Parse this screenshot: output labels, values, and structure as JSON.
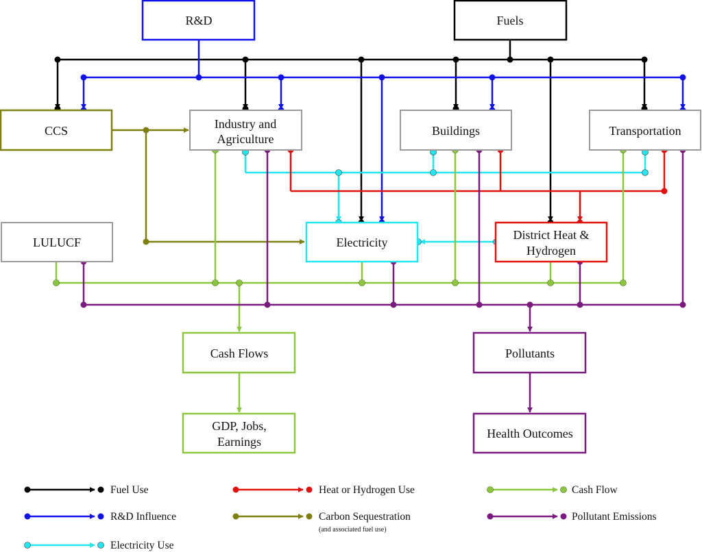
{
  "colors": {
    "fuel": "#000000",
    "rnd": "#1010e8",
    "electricity": "#22e6ee",
    "heat": "#e01010",
    "carbon": "#7f7f10",
    "cash": "#8cc63f",
    "pollutant": "#7b1a7e",
    "neutral_border": "#9a9a9a"
  },
  "nodes": {
    "rnd": {
      "label": "R&D"
    },
    "fuels": {
      "label": "Fuels"
    },
    "ccs": {
      "label": "CCS"
    },
    "industry": {
      "line1": "Industry and",
      "line2": "Agriculture"
    },
    "buildings": {
      "label": "Buildings"
    },
    "transportation": {
      "label": "Transportation"
    },
    "lulucf": {
      "label": "LULUCF"
    },
    "electricity": {
      "label": "Electricity"
    },
    "district": {
      "line1": "District Heat &",
      "line2": "Hydrogen"
    },
    "cashflows": {
      "label": "Cash Flows"
    },
    "pollutants": {
      "label": "Pollutants"
    },
    "gdp": {
      "line1": "GDP, Jobs,",
      "line2": "Earnings"
    },
    "health": {
      "label": "Health Outcomes"
    }
  },
  "legend": {
    "fuel_use": "Fuel Use",
    "rnd_influence": "R&D Influence",
    "electricity_use": "Electricity Use",
    "heat_use": "Heat or Hydrogen Use",
    "carbon_seq": "Carbon Sequestration",
    "carbon_seq_note": "(and associated fuel use)",
    "cash_flow": "Cash Flow",
    "pollutant_emissions": "Pollutant Emissions"
  }
}
